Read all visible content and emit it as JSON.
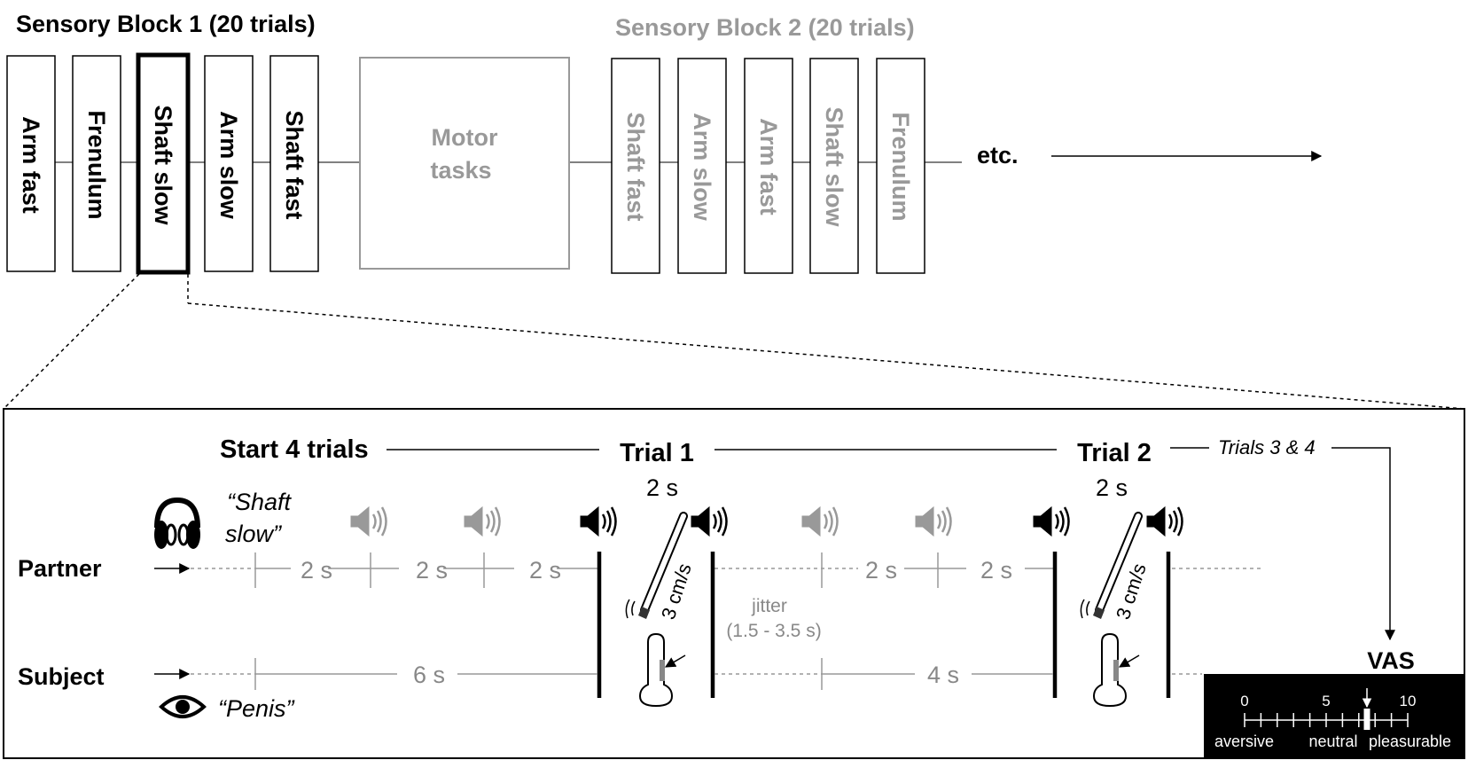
{
  "top": {
    "block1_title": "Sensory Block 1 (20 trials)",
    "block2_title": "Sensory Block 2 (20 trials)",
    "block1_items": [
      "Arm fast",
      "Frenulum",
      "Shaft slow",
      "Arm slow",
      "Shaft fast"
    ],
    "motor_line1": "Motor",
    "motor_line2": "tasks",
    "block2_items": [
      "Shaft fast",
      "Arm slow",
      "Arm fast",
      "Shaft slow",
      "Frenulum"
    ],
    "etc": "etc."
  },
  "detail": {
    "start_label": "Start 4 trials",
    "trial1": "Trial 1",
    "trial2": "Trial 2",
    "trials34": "Trials 3 & 4",
    "trial1_duration": "2 s",
    "trial2_duration": "2 s",
    "cue_partner_line1": "“Shaft",
    "cue_partner_line2": "slow”",
    "cue_subject": "“Penis”",
    "partner_label": "Partner",
    "subject_label": "Subject",
    "p_int1": "2 s",
    "p_int2": "2 s",
    "p_int3": "2 s",
    "p_int4": "2 s",
    "p_int5": "2 s",
    "s_int1": "6 s",
    "s_int2": "4 s",
    "speed1": "3 cm/s",
    "speed2": "3 cm/s",
    "jitter_line1": "jitter",
    "jitter_line2": "(1.5 - 3.5 s)"
  },
  "vas": {
    "title": "VAS",
    "tick_0": "0",
    "tick_5": "5",
    "tick_10": "10",
    "label_left": "aversive",
    "label_mid": "neutral",
    "label_right": "pleasurable",
    "marker_value": 7.5
  }
}
